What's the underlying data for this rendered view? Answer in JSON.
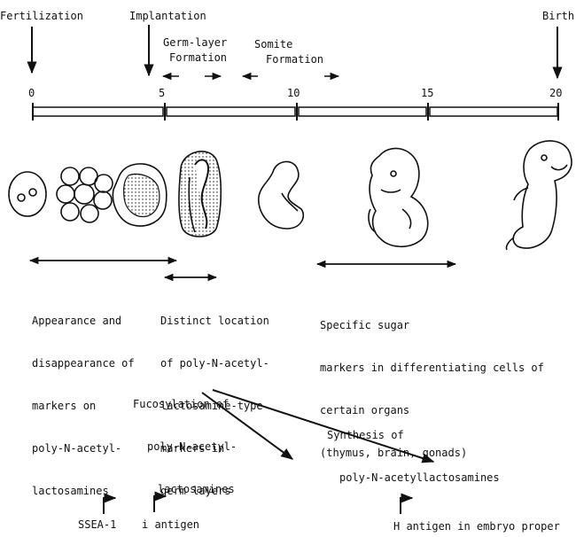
{
  "events": {
    "fertilization": "Fertilization",
    "implantation": "Implantation",
    "birth": "Birth",
    "germ_layer_line1": "Germ-layer",
    "germ_layer_line2": "Formation",
    "somite_line1": "Somite",
    "somite_line2": "Formation"
  },
  "timeline": {
    "ticks": [
      "0",
      "5",
      "10",
      "15",
      "20"
    ]
  },
  "ranges": {
    "appearance": [
      "Appearance and",
      "disappearance of",
      "markers on",
      "poly-N-acetyl-",
      "lactosamines"
    ],
    "distinct": [
      "Distinct location",
      "of poly-N-acetyl-",
      "lactosamine-type",
      "markers in",
      "germ layers"
    ],
    "specific": [
      "Specific sugar",
      "markers in differentiating cells of",
      "certain organs",
      "(thymus, brain, gonads)"
    ]
  },
  "processes": {
    "fucosylation": [
      "Fucosylation of",
      "poly-N-acetyl-",
      "lactosamines"
    ],
    "synthesis": [
      "Synthesis of",
      "poly-N-acetyllactosamines"
    ]
  },
  "antigens": {
    "ssea": "SSEA-1",
    "i": "i antigen",
    "h": "H antigen in embryo proper"
  }
}
